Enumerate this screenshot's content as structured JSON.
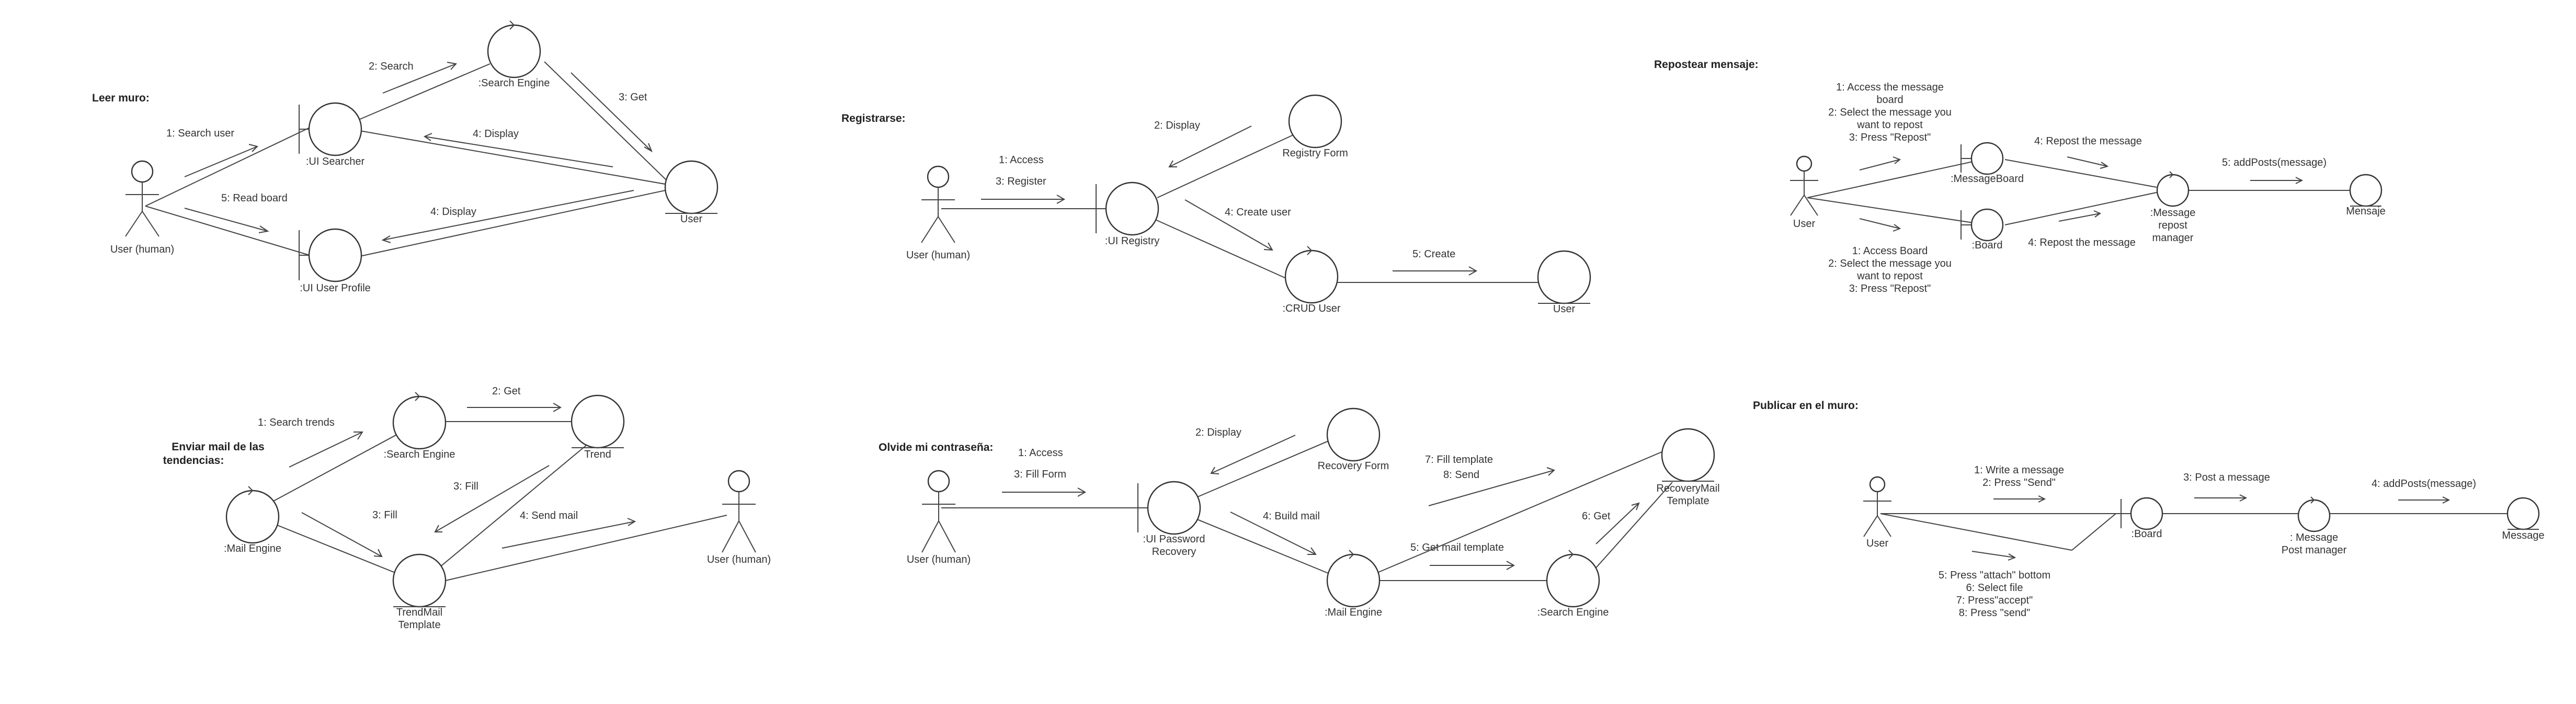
{
  "diagrams": {
    "leer_muro": {
      "title": "Leer muro:",
      "actor": "User (human)",
      "ui_searcher": ":UI Searcher",
      "search_engine": ":Search Engine",
      "user": "User",
      "ui_profile": ":UI User Profile",
      "msg_search_user": "1: Search user",
      "msg_search": "2: Search",
      "msg_get": "3: Get",
      "msg_display_1": "4: Display",
      "msg_display_2": "4: Display",
      "msg_read_board": "5: Read board"
    },
    "registrarse": {
      "title": "Registrarse:",
      "actor": "User (human)",
      "ui_registry": ":UI Registry",
      "registry_form": "Registry Form",
      "crud_user": ":CRUD User",
      "user": "User",
      "msg_access": "1: Access",
      "msg_register": "3: Register",
      "msg_display": "2: Display",
      "msg_create_user": "4: Create user",
      "msg_create": "5: Create"
    },
    "repostear": {
      "title": "Repostear mensaje:",
      "actor": "User",
      "message_board": ":MessageBoard",
      "board": ":Board",
      "manager_l1": ":Message",
      "manager_l2": "repost",
      "manager_l3": "manager",
      "mensaje": "Mensaje",
      "top_l1": "1: Access the message",
      "top_l2": "board",
      "top_l3": "2: Select the message you",
      "top_l4": "want to repost",
      "top_l5": "3: Press \"Repost\"",
      "bot_l1": "1: Access Board",
      "bot_l2": "2: Select the message you",
      "bot_l3": "want to repost",
      "bot_l4": "3: Press \"Repost\"",
      "msg_repost_1": "4: Repost the message",
      "msg_repost_2": "4: Repost the message",
      "msg_add": "5: addPosts(message)"
    },
    "enviar_mail": {
      "title_l1": "Enviar mail de las",
      "title_l2": "tendencias:",
      "mail_engine": ":Mail Engine",
      "search_engine": ":Search Engine",
      "trend": "Trend",
      "template_l1": "TrendMail",
      "template_l2": "Template",
      "actor": "User (human)",
      "msg_search_trends": "1: Search trends",
      "msg_get": "2: Get",
      "msg_fill_a": "3: Fill",
      "msg_fill_b": "3: Fill",
      "msg_send_mail": "4: Send mail"
    },
    "olvide": {
      "title": "Olvide mi contraseña:",
      "actor": "User (human)",
      "ui_l1": ":UI Password",
      "ui_l2": "Recovery",
      "recovery_form": "Recovery Form",
      "mail_engine": ":Mail Engine",
      "search_engine": ":Search Engine",
      "template_l1": "RecoveryMail",
      "template_l2": "Template",
      "msg_access": "1: Access",
      "msg_fill_form": "3: Fill Form",
      "msg_display": "2: Display",
      "msg_build_mail": "4: Build mail",
      "msg_get_template": "5: Get mail template",
      "msg_get": "6: Get",
      "msg_fill_template": "7: Fill template",
      "msg_send": "8: Send"
    },
    "publicar": {
      "title": "Publicar en el muro:",
      "actor": "User",
      "board": ":Board",
      "manager_l1": ": Message",
      "manager_l2": "Post manager",
      "message": "Message",
      "top_l1": "1: Write a message",
      "top_l2": "2: Press \"Send\"",
      "bot_l1": "5: Press \"attach\" bottom",
      "bot_l2": "6: Select file",
      "bot_l3": "7: Press\"accept\"",
      "bot_l4": "8: Press \"send\"",
      "msg_post": "3: Post a message",
      "msg_add": "4: addPosts(message)"
    }
  }
}
